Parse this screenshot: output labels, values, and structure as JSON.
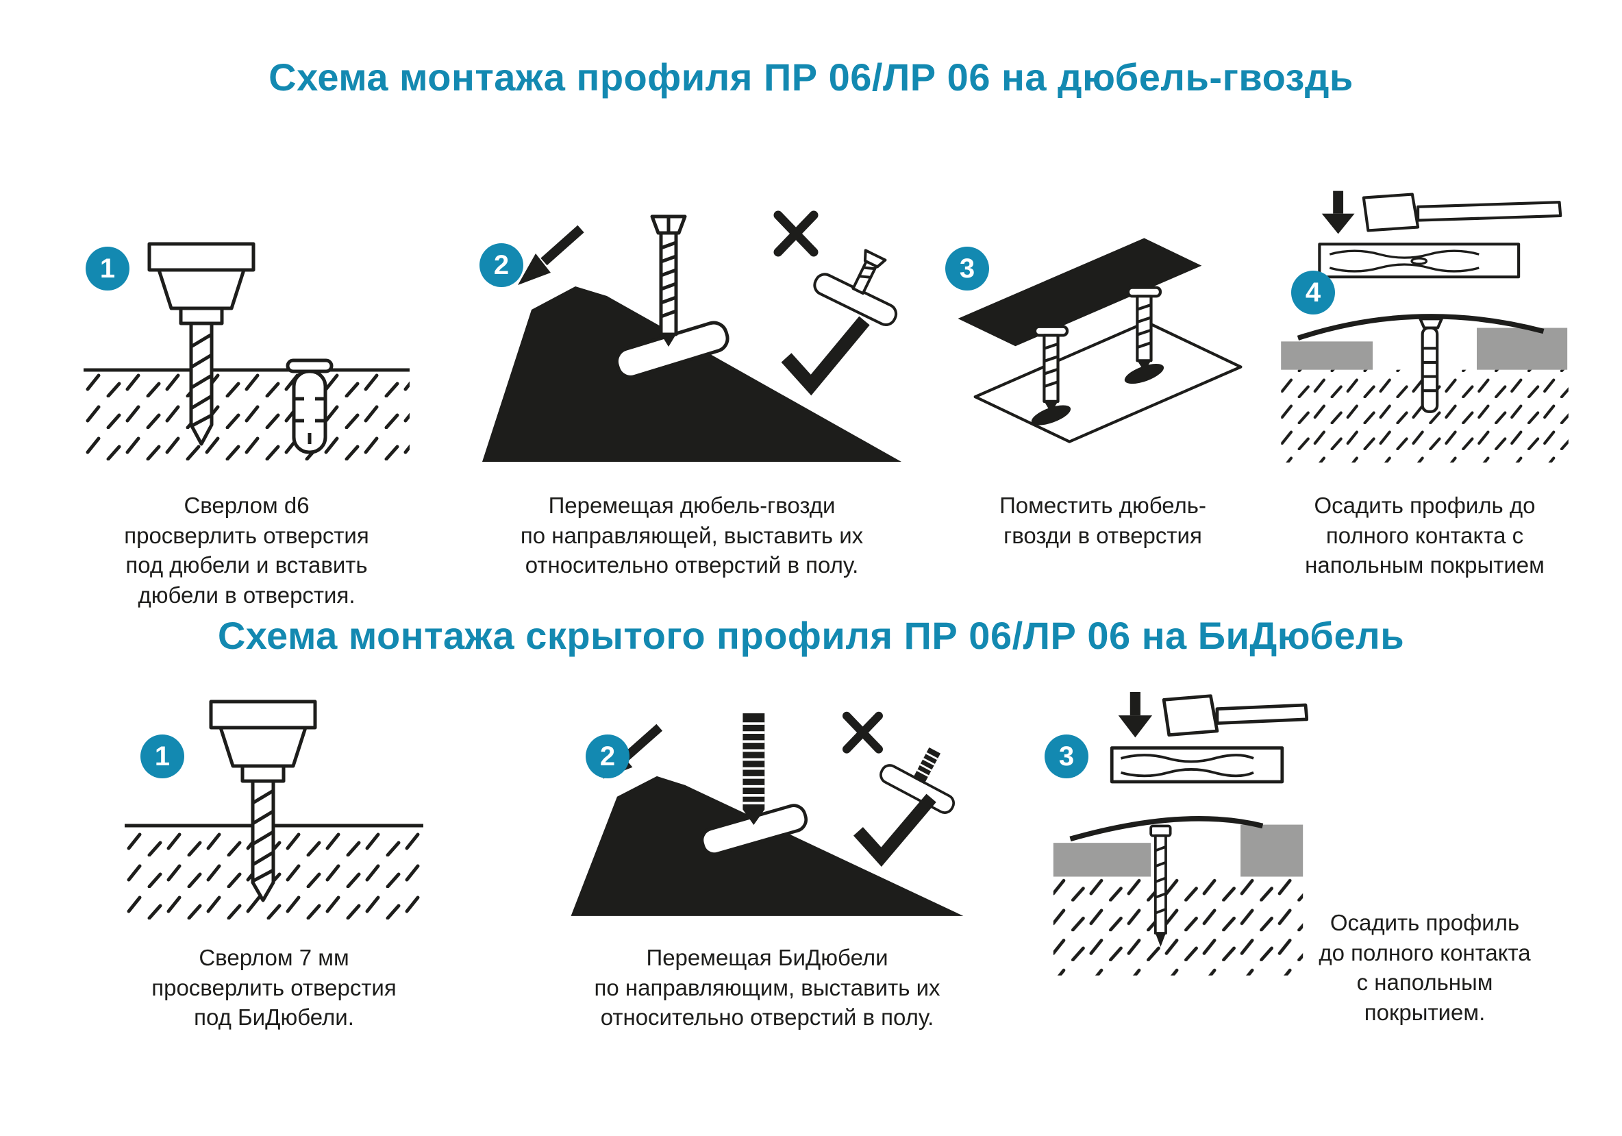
{
  "page": {
    "background": "#ffffff",
    "accent_color": "#1389b1",
    "ink_color": "#1d1d1b",
    "gray_color": "#9d9d9c"
  },
  "sections": [
    {
      "title": "Схема монтажа профиля ПР 06/ЛР 06 на дюбель-гвоздь",
      "steps": [
        {
          "number": "1",
          "icon": "drill-and-dowel-illustration",
          "caption": "Сверлом d6\nпросверлить отверстия\nпод дюбели и вставить\nдюбели в отверстия."
        },
        {
          "number": "2",
          "icon": "dowel-nail-on-profile-guide-illustration",
          "caption": "Перемещая дюбель-гвозди\nпо направляющей, выставить их\nотносительно отверстий в полу."
        },
        {
          "number": "3",
          "icon": "dowel-nails-into-holes-illustration",
          "caption": "Поместить дюбель-\nгвозди в отверстия"
        },
        {
          "number": "4",
          "icon": "hammer-seat-profile-illustration",
          "caption": "Осадить профиль до\nполного контакта с\nнапольным покрытием"
        }
      ]
    },
    {
      "title": "Схема монтажа скрытого профиля ПР 06/ЛР 06 на БиДюбель",
      "steps": [
        {
          "number": "1",
          "icon": "drill-into-floor-illustration",
          "caption": "Сверлом 7 мм\nпросверлить отверстия\nпод БиДюбели."
        },
        {
          "number": "2",
          "icon": "bidowel-on-profile-guide-illustration",
          "caption": "Перемещая БиДюбели\nпо направляющим, выставить их\nотносительно отверстий в полу."
        },
        {
          "number": "3",
          "icon": "hammer-seat-profile-illustration",
          "caption": "Осадить профиль\nдо полного контакта\nс напольным\nпокрытием."
        }
      ]
    }
  ]
}
